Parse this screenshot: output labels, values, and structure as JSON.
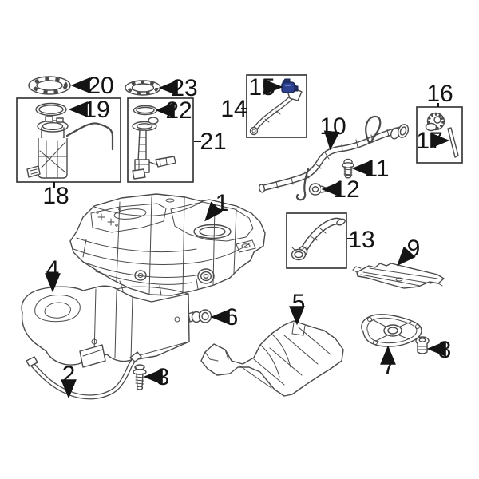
{
  "diagram": {
    "type": "exploded-parts-diagram",
    "background_color": "#ffffff",
    "line_color": "#4a4a4a",
    "label_color": "#141414",
    "accent_blue": "#2e4190",
    "callouts": [
      {
        "label": "1"
      },
      {
        "label": "2"
      },
      {
        "label": "3"
      },
      {
        "label": "4"
      },
      {
        "label": "5"
      },
      {
        "label": "6"
      },
      {
        "label": "7"
      },
      {
        "label": "8"
      },
      {
        "label": "9"
      },
      {
        "label": "10"
      },
      {
        "label": "11"
      },
      {
        "label": "12"
      },
      {
        "label": "13"
      },
      {
        "label": "14"
      },
      {
        "label": "15"
      },
      {
        "label": "16"
      },
      {
        "label": "17"
      },
      {
        "label": "18"
      },
      {
        "label": "19"
      },
      {
        "label": "20"
      },
      {
        "label": "21"
      },
      {
        "label": "22"
      },
      {
        "label": "23"
      }
    ]
  }
}
